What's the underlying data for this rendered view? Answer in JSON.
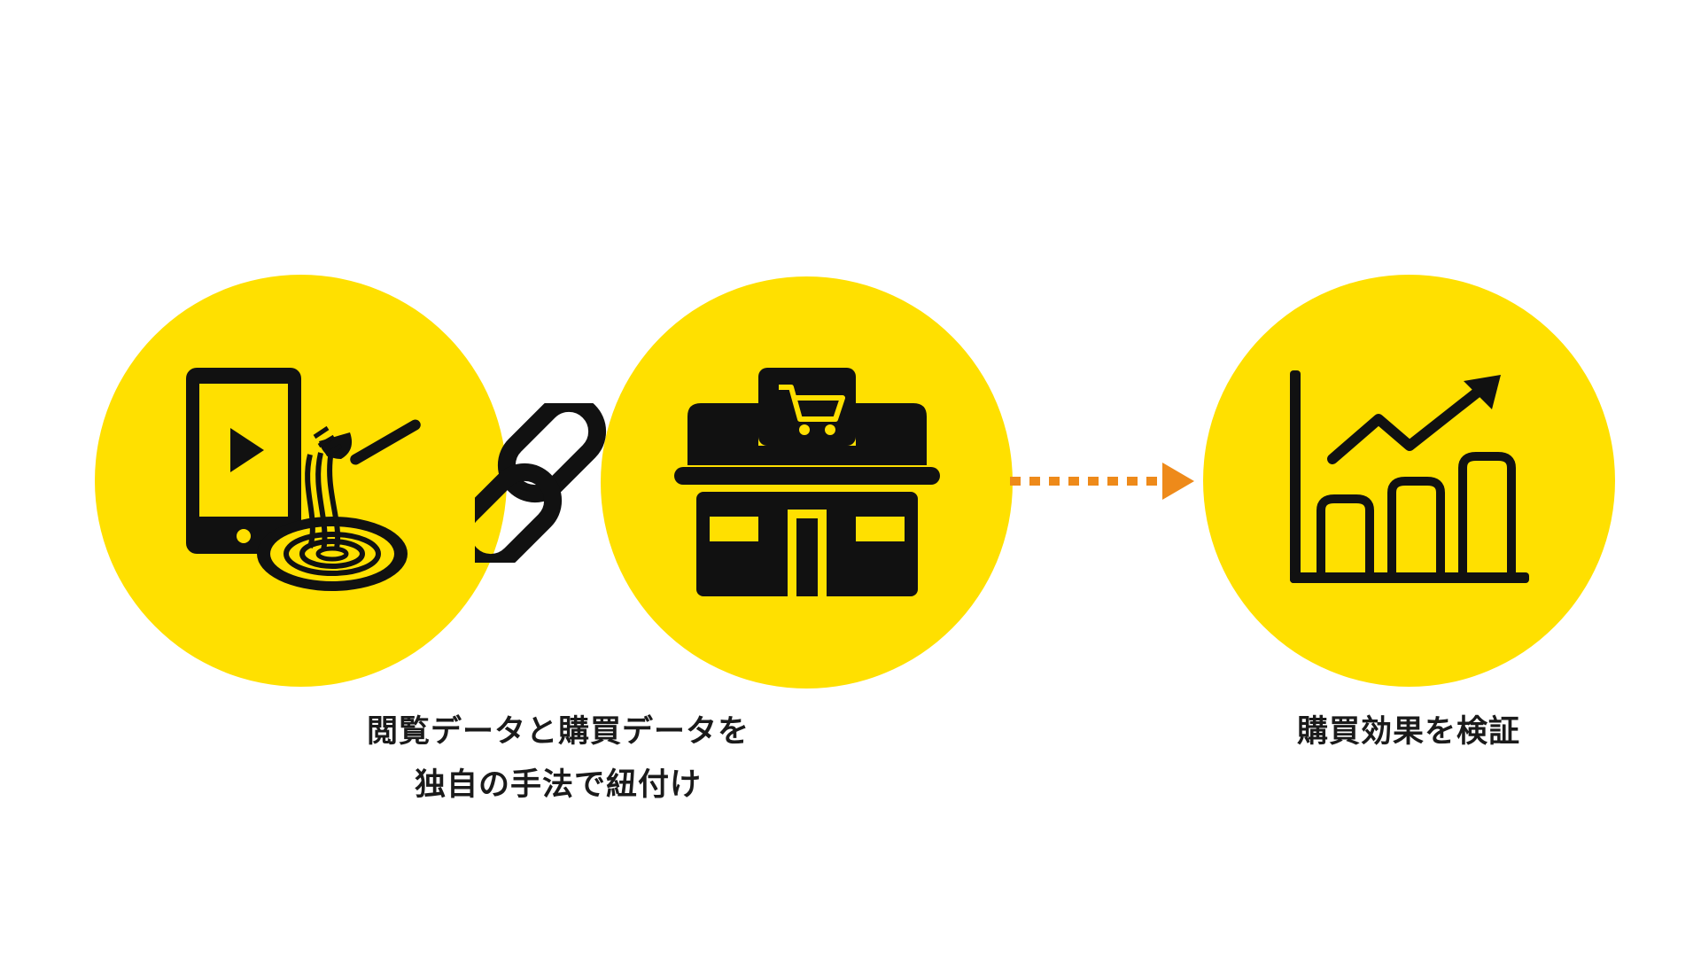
{
  "colors": {
    "circle": "#FFE000",
    "icon": "#111111",
    "arrow": "#EE8A1A",
    "text": "#1a1a1a"
  },
  "steps": [
    {
      "icon": "smartphone-video-pasta-icon"
    },
    {
      "icon": "store-cart-icon"
    },
    {
      "icon": "bar-chart-growth-icon"
    }
  ],
  "connectors": [
    {
      "icon": "chain-link-icon"
    },
    {
      "icon": "dotted-arrow-icon"
    }
  ],
  "captions": {
    "link": {
      "line1": "閲覧データと購買データを",
      "line2": "独自の手法で紐付け"
    },
    "verify": {
      "line1": "購買効果を検証"
    }
  }
}
